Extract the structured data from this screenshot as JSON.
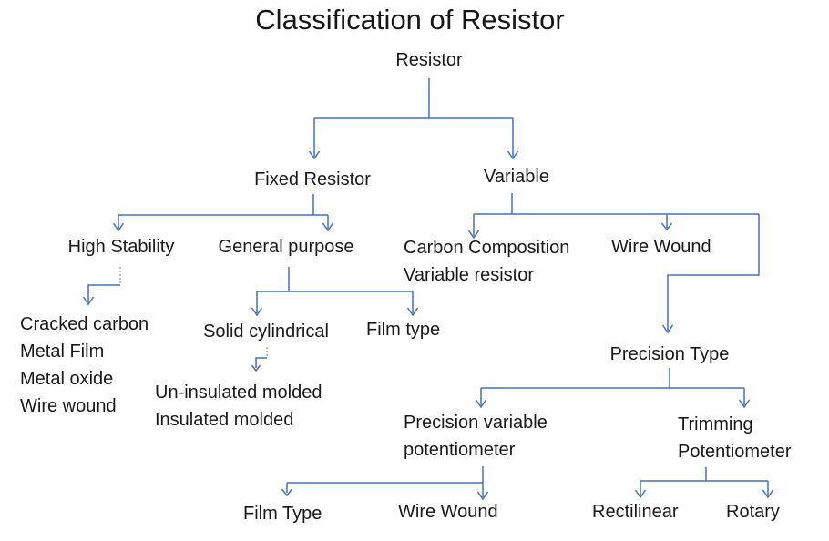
{
  "title": "Classification of Resistor",
  "colors": {
    "line": "#4472C4",
    "line_light": "#8FAADC",
    "text": "#1a1a1a"
  },
  "nodes": {
    "resistor": {
      "label": "Resistor"
    },
    "fixed_resistor": {
      "label": "Fixed Resistor"
    },
    "variable": {
      "label": "Variable"
    },
    "high_stability": {
      "label": "High Stability"
    },
    "general_purpose": {
      "label": "General purpose"
    },
    "carbon_composition": {
      "line1": "Carbon Composition",
      "line2": "Variable resistor"
    },
    "wire_wound_variable": {
      "label": "Wire Wound"
    },
    "fixed_types_list": {
      "items": [
        "Cracked carbon",
        "Metal Film",
        "Metal oxide",
        "Wire wound"
      ]
    },
    "solid_cylindrical": {
      "label": "Solid cylindrical"
    },
    "film_type_general": {
      "label": "Film type"
    },
    "molded_list": {
      "items": [
        "Un-insulated molded",
        "Insulated molded"
      ]
    },
    "precision_type": {
      "label": "Precision Type"
    },
    "precision_variable_potentiometer": {
      "line1": "Precision variable",
      "line2": "potentiometer"
    },
    "trimming_potentiometer": {
      "line1": "Trimming",
      "line2": "Potentiometer"
    },
    "film_type_precision": {
      "label": "Film Type"
    },
    "wire_wound_precision": {
      "label": "Wire Wound"
    },
    "rectilinear": {
      "label": "Rectilinear"
    },
    "rotary": {
      "label": "Rotary"
    }
  }
}
